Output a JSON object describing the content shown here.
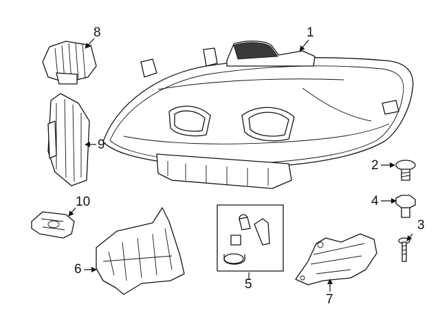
{
  "diagram": {
    "callouts": [
      {
        "id": "c1",
        "text": "1"
      },
      {
        "id": "c2",
        "text": "2"
      },
      {
        "id": "c3",
        "text": "3"
      },
      {
        "id": "c4",
        "text": "4"
      },
      {
        "id": "c5",
        "text": "5"
      },
      {
        "id": "c6",
        "text": "6"
      },
      {
        "id": "c7",
        "text": "7"
      },
      {
        "id": "c8",
        "text": "8"
      },
      {
        "id": "c9",
        "text": "9"
      },
      {
        "id": "c10",
        "text": "10"
      }
    ],
    "colors": {
      "line": "#111111",
      "background": "#ffffff",
      "shade": "#3a3a3a"
    }
  }
}
